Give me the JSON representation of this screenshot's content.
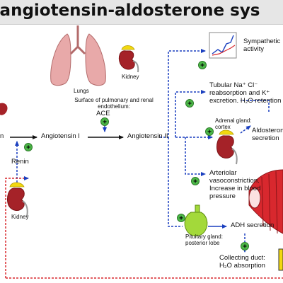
{
  "title": "-angiotensin-aldosterone sys",
  "labels": {
    "lungs": "Lungs",
    "kidney_top": "Kidney",
    "endothelium": "Surface of pulmonary and renal endothelium:",
    "ace": "ACE",
    "angiotensinogen_partial": "n",
    "angiotensin_1": "Angiotensin I",
    "angiotensin_2": "Angiotensin II",
    "renin": "Renin",
    "kidney_bottom": "Kidney",
    "sympathetic": "Sympathetic activity",
    "tubular": "Tubular Na⁺ Cl⁻ reabsorption and K⁺ excretion. H₂O retention",
    "adrenal": "Adrenal gland: cortex",
    "aldosterone": "Aldosterone secretion",
    "arteriolar": "Arteriolar vasoconstriction. Increase in blood pressure",
    "pituitary": "Pituitary gland: posterior lobe",
    "adh": "ADH secretion",
    "collecting": "Collecting duct: H₂O absorption"
  },
  "signs": {
    "plus": "+"
  },
  "colors": {
    "arrow_blue": "#1a3fbf",
    "sign_green": "#4cb848",
    "kidney_red": "#a52228",
    "lung_pink": "#e8a9a9",
    "adrenal_yellow": "#f2d80f",
    "pituitary_green": "#a3d93a",
    "feedback_red": "#d8282e",
    "title_bg": "#e6e6e6"
  }
}
